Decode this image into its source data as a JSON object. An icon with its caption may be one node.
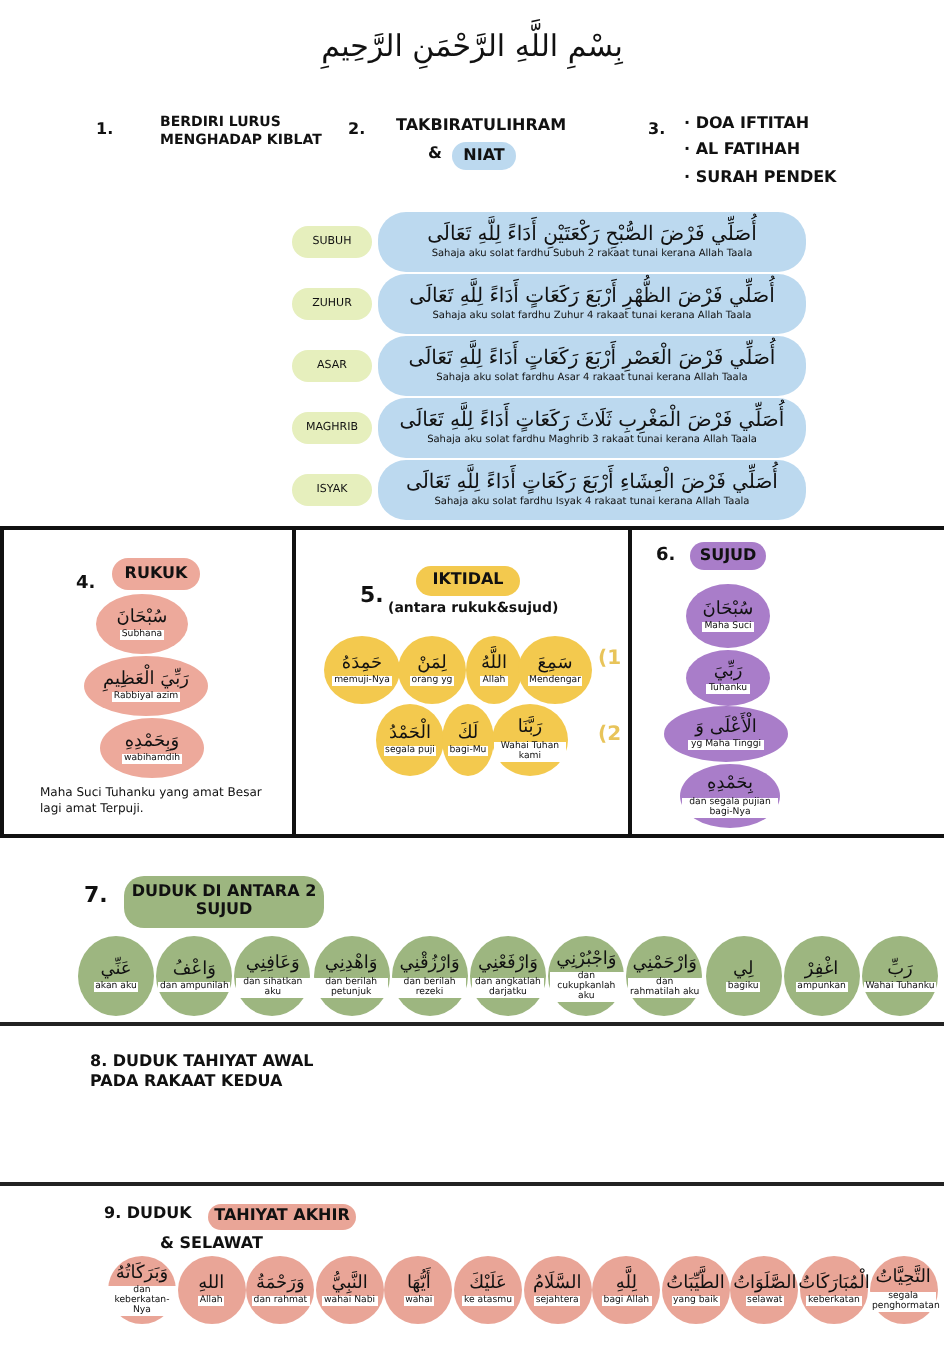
{
  "diagram": {
    "title": "بِسْمِ اللَّهِ الرَّحْمَنِ الرَّحِيمِ",
    "nodes": [
      {
        "text": [
          "NIAT"
        ],
        "beside": [
          "TAKBIRATULIHRAM",
          "&"
        ]
      },
      {
        "text": [
          "SUBUH"
        ]
      },
      {
        "text": [
          "أُصَلِّي فَرْضَ الصُّبْحِ رَكْعَتَيْنِ أَدَاءً لِلَّهِ تَعَالَى",
          "Sahaja aku solat fardhu Subuh 2 rakaat tunai kerana Allah Taala"
        ]
      },
      {
        "text": [
          "ZUHUR"
        ]
      },
      {
        "text": [
          "أُصَلِّي فَرْضَ الظُّهْرِ أَرْبَعَ رَكَعَاتٍ أَدَاءً لِلَّهِ تَعَالَى",
          "Sahaja aku solat fardhu Zuhur 4 rakaat tunai kerana Allah Taala"
        ]
      },
      {
        "text": [
          "ASAR"
        ]
      },
      {
        "text": [
          "أُصَلِّي فَرْضَ الْعَصْرِ أَرْبَعَ رَكَعَاتٍ أَدَاءً لِلَّهِ تَعَالَى",
          "Sahaja aku solat fardhu Asar 4 rakaat tunai kerana Allah Taala"
        ]
      },
      {
        "text": [
          "MAGHRIB"
        ]
      },
      {
        "text": [
          "أُصَلِّي فَرْضَ الْمَغْرِبِ ثَلَاثَ رَكَعَاتٍ أَدَاءً لِلَّهِ تَعَالَى",
          "Sahaja aku solat fardhu Maghrib 3 rakaat tunai kerana Allah Taala"
        ]
      },
      {
        "text": [
          "ISYAK"
        ]
      },
      {
        "text": [
          "أُصَلِّي فَرْضَ الْعِشَاءِ أَرْبَعَ رَكَعَاتٍ أَدَاءً لِلَّهِ تَعَالَى",
          "Sahaja aku solat fardhu Isyak 4 rakaat tunai kerana Allah Taala"
        ]
      },
      {
        "text": [
          "4.",
          "Maha Suci Tuhanku yang amat Besar lagi amat Terpuji."
        ]
      },
      {
        "text": [
          "RUKUK"
        ],
        "in": 11
      },
      {
        "text": [
          "سُبْحَانَ",
          "Subhana"
        ],
        "in": 11
      },
      {
        "text": [
          "رَبِّيَ الْعَظِيمِ",
          "Rabbiyal azim"
        ],
        "in": 11
      },
      {
        "text": [
          "وَبِحَمْدِهِ",
          "wabihamdih"
        ],
        "in": 11
      },
      {
        "text": [
          "5.",
          "(antara rukuk&sujud)",
          "(1",
          "(2"
        ]
      },
      {
        "text": [
          "IKTIDAL"
        ],
        "in": 16
      },
      {
        "text": [
          "حَمِدَهُ",
          "memuji-Nya"
        ],
        "in": 16
      },
      {
        "text": [
          "لِمَنْ",
          "orang yg"
        ],
        "in": 16
      },
      {
        "text": [
          "اللَّهُ",
          "Allah"
        ],
        "in": 16
      },
      {
        "text": [
          "سَمِعَ",
          "Mendengar"
        ],
        "in": 16
      },
      {
        "text": [
          "الْحَمْدُ",
          "segala puji"
        ],
        "in": 16
      },
      {
        "text": [
          "لَكَ",
          "bagi-Mu"
        ],
        "in": 16
      },
      {
        "text": [
          "رَبَّنَا",
          "Wahai Tuhan kami"
        ],
        "in": 16
      },
      {
        "text": [
          "6."
        ]
      },
      {
        "text": [
          "SUJUD"
        ],
        "in": 25
      },
      {
        "text": [
          "سُبْحَانَ",
          "Maha Suci"
        ],
        "in": 25
      },
      {
        "text": [
          "رَبِّيَ",
          "Tuhanku"
        ],
        "in": 25
      },
      {
        "text": [
          "الْأَعْلَى وَ",
          "yg Maha Tinggi"
        ],
        "in": 25
      },
      {
        "text": [
          "بِحَمْدِهِ",
          "dan segala pujian bagi-Nya"
        ],
        "in": 25
      },
      {
        "text": [
          "DUDUK DI ANTARA 2 SUJUD"
        ]
      },
      {
        "text": [
          "عَنِّي",
          "akan aku"
        ]
      },
      {
        "text": [
          "وَاعْفُ",
          "dan ampunilah"
        ]
      },
      {
        "text": [
          "وَعَافِنِي",
          "dan sihatkan aku"
        ]
      },
      {
        "text": [
          "وَاهْدِنِي",
          "dan berilah petunjuk"
        ]
      },
      {
        "text": [
          "وَارْزُقْنِي",
          "dan berilah rezeki"
        ]
      },
      {
        "text": [
          "وَارْفَعْنِي",
          "dan angkatlah darjatku"
        ]
      },
      {
        "text": [
          "وَاجْبُرْنِي",
          "dan cukupkanlah aku"
        ]
      },
      {
        "text": [
          "وَارْحَمْنِي",
          "dan rahmatilah aku"
        ]
      },
      {
        "text": [
          "لِي",
          "bagiku"
        ]
      },
      {
        "text": [
          "اغْفِرْ",
          "ampunkan"
        ]
      },
      {
        "text": [
          "رَبِّ",
          "Wahai Tuhanku"
        ]
      },
      {
        "text": [
          "TAHIYAT AKHIR"
        ]
      },
      {
        "text": [
          "وَبَرَكَاتُهُ",
          "dan keberkatan-Nya"
        ]
      },
      {
        "text": [
          "اللهِ",
          "Allah"
        ]
      },
      {
        "text": [
          "وَرَحْمَةُ",
          "dan rahmat"
        ]
      },
      {
        "text": [
          "النَّبِيُّ",
          "wahai Nabi"
        ]
      },
      {
        "text": [
          "أَيُّهَا",
          "wahai"
        ]
      },
      {
        "text": [
          "عَلَيْكَ",
          "ke atasmu"
        ]
      },
      {
        "text": [
          "السَّلَامُ",
          "sejahtera"
        ]
      },
      {
        "text": [
          "لِلَّهِ",
          "bagi Allah"
        ]
      },
      {
        "text": [
          "الطَّيِّبَاتُ",
          "yang baik"
        ]
      },
      {
        "text": [
          "الصَّلَوَاتُ",
          "selawat"
        ]
      },
      {
        "text": [
          "الْمُبَارَكَاتُ",
          "keberkatan"
        ]
      },
      {
        "text": [
          "التَّحِيَّاتُ",
          "segala penghormatan"
        ]
      }
    ],
    "labels": [
      "1.",
      "BERDIRI LURUS MENGHADAP KIBLAT",
      "2.",
      "3.",
      "· DOA IFTITAH",
      "· AL FATIHAH",
      "· SURAH PENDEK",
      "7.",
      "8. DUDUK TAHIYAT AWAL PADA RAKAAT KEDUA",
      "9. DUDUK",
      "& SELAWAT"
    ]
  }
}
